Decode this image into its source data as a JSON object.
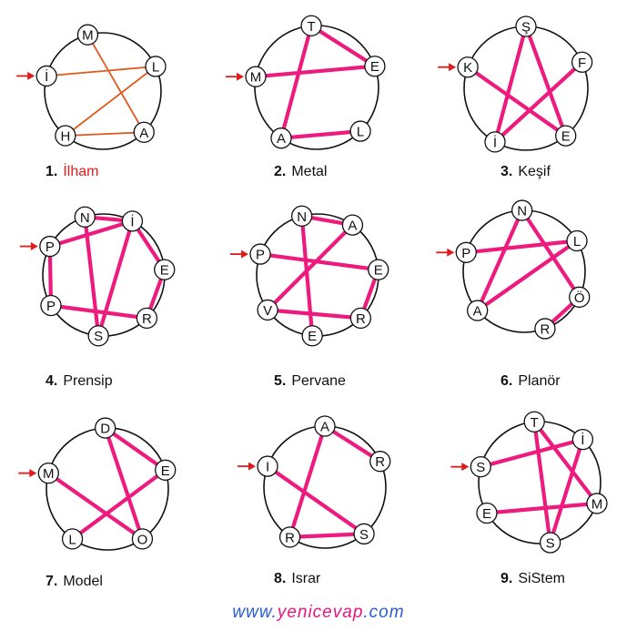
{
  "colors": {
    "path_default": "#ee1b7f",
    "path_first": "#e1581b",
    "arrow": "#e01b1b",
    "caption_first_word": "#e01b1b",
    "footer_blue": "#2a5cd8",
    "footer_pink": "#e6177f",
    "circle": "#111111"
  },
  "puzzles": [
    {
      "number": "1.",
      "word": "İlham",
      "letters": [
        "M",
        "L",
        "A",
        "H",
        "İ"
      ],
      "start": "İ",
      "path": [
        "İ",
        "L",
        "H",
        "A",
        "M"
      ]
    },
    {
      "number": "2.",
      "word": "Metal",
      "letters": [
        "T",
        "E",
        "L",
        "A",
        "M"
      ],
      "start": "M",
      "path": [
        "M",
        "E",
        "T",
        "A",
        "L"
      ]
    },
    {
      "number": "3.",
      "word": "Keşif",
      "letters": [
        "Ş",
        "F",
        "E",
        "İ",
        "K"
      ],
      "start": "K",
      "path": [
        "K",
        "E",
        "Ş",
        "İ",
        "F"
      ]
    },
    {
      "number": "4.",
      "word": "Prensip",
      "letters": [
        "N",
        "İ",
        "E",
        "R",
        "S",
        "P2",
        "P1"
      ],
      "start": "P1",
      "path": [
        "P1",
        "İ",
        "N",
        "S",
        "İ",
        "E",
        "R",
        "P2",
        "P1"
      ]
    },
    {
      "number": "5.",
      "word": "Pervane",
      "letters": [
        "N",
        "A",
        "E1",
        "R",
        "E2",
        "V",
        "P"
      ],
      "start": "P",
      "path": [
        "P",
        "E1",
        "R",
        "V",
        "A",
        "N",
        "E2"
      ]
    },
    {
      "number": "6.",
      "word": "Planör",
      "letters": [
        "N",
        "L",
        "Ö",
        "R",
        "A",
        "P"
      ],
      "start": "P",
      "path": [
        "P",
        "L",
        "A",
        "N",
        "Ö",
        "R"
      ]
    },
    {
      "number": "7.",
      "word": "Model",
      "letters": [
        "D",
        "E",
        "O",
        "L",
        "M"
      ],
      "start": "M",
      "path": [
        "M",
        "O",
        "D",
        "E",
        "L"
      ]
    },
    {
      "number": "8.",
      "word": "Israr",
      "letters": [
        "A",
        "R1",
        "S",
        "R2",
        "I"
      ],
      "start": "I",
      "path": [
        "I",
        "S",
        "R2",
        "A",
        "R1"
      ]
    },
    {
      "number": "9.",
      "word": "SiStem",
      "letters": [
        "T",
        "İ",
        "M",
        "S2",
        "E",
        "S1"
      ],
      "start": "S1",
      "path": [
        "S1",
        "İ",
        "S2",
        "T",
        "M",
        "E"
      ]
    }
  ],
  "footer": {
    "part1": "www.",
    "part2": "yenicevap",
    "part3": ".com"
  }
}
